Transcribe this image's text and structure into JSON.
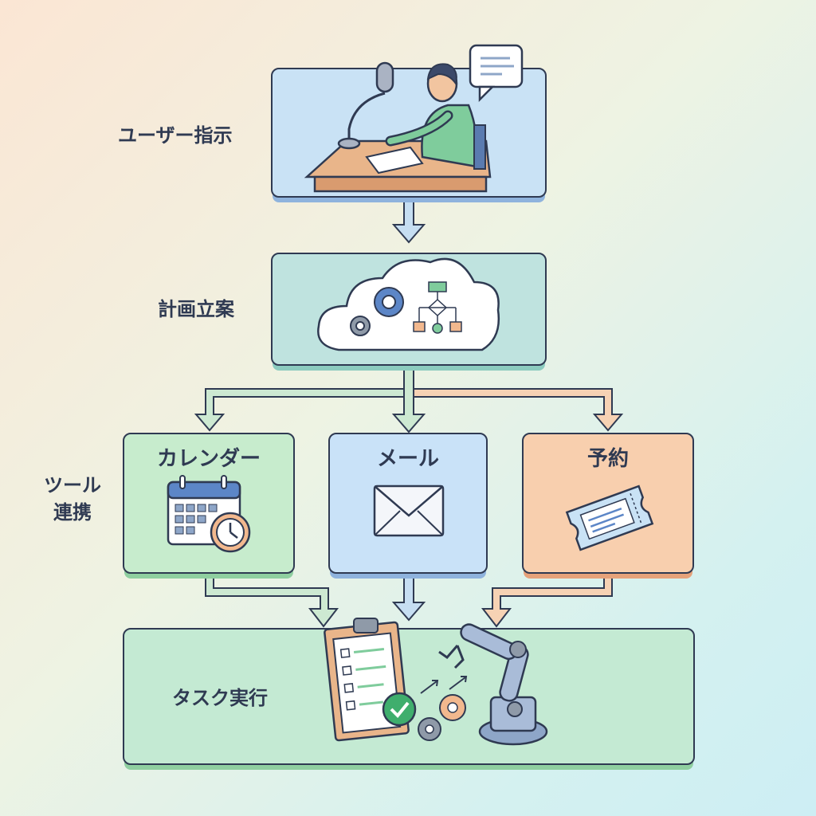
{
  "stages": {
    "user_instruction": "ユーザー指示",
    "planning": "計画立案",
    "tool_integration_line1": "ツール",
    "tool_integration_line2": "連携",
    "task_execution": "タスク実行"
  },
  "tools": {
    "calendar": "カレンダー",
    "mail": "メール",
    "booking": "予約"
  },
  "colors": {
    "user_box": "#c9e2f5",
    "planning_box": "#bfe3df",
    "calendar_box": "#c7eccd",
    "mail_box": "#c9e2f8",
    "booking_box": "#f8cfae",
    "execution_box": "#c4ead3",
    "outline": "#2f3a52",
    "arrow_green": "#cde9d2",
    "arrow_blue": "#c6def2",
    "arrow_orange": "#f6d2b4"
  }
}
